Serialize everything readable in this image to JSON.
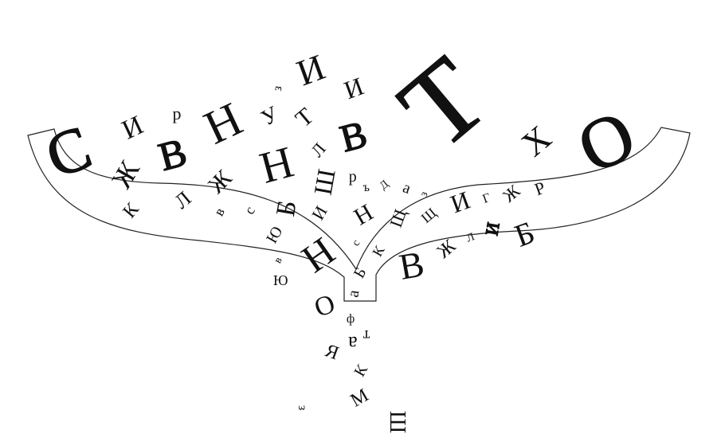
{
  "illustration": {
    "colors": {
      "ink": "#111111",
      "background": "#ffffff"
    },
    "letters": [
      "С",
      "Ж",
      "В",
      "И",
      "р",
      "К",
      "Л",
      "Ж",
      "Н",
      "Н",
      "в",
      "с",
      "У",
      "Б",
      "Т",
      "Л",
      "И",
      "з",
      "Ш",
      "В",
      "И",
      "Ю",
      "И",
      "р",
      "Т",
      "а",
      "Н",
      "Н",
      "Щ",
      "в",
      "с",
      "К",
      "Б",
      "В",
      "ъ",
      "Щ",
      "з",
      "И",
      "Д",
      "Ж",
      "Г",
      "Л",
      "Ж",
      "И",
      "Х",
      "Р",
      "Б",
      "а",
      "О",
      "О",
      "ф",
      "а",
      "т",
      "Я",
      "К",
      "М",
      "з",
      "Ш",
      "Ю"
    ]
  }
}
